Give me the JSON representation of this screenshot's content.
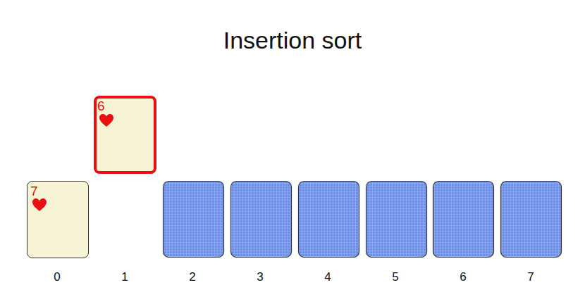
{
  "diagram": {
    "title": "Insertion sort",
    "nodes": [
      {
        "text": [
          "7"
        ]
      },
      {
        "text": [
          "6"
        ]
      }
    ],
    "labels": [
      "0",
      "1",
      "2",
      "3",
      "4",
      "5",
      "6",
      "7"
    ]
  }
}
